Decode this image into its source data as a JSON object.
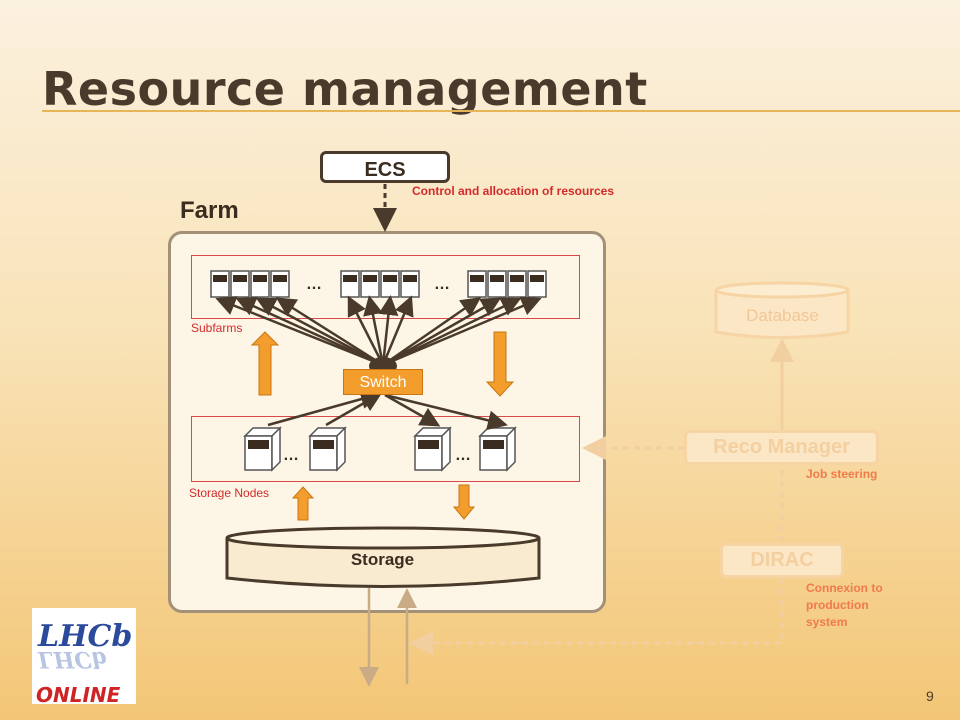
{
  "title": "Resource management",
  "ecs": {
    "label": "ECS",
    "annotation": "Control and allocation of resources"
  },
  "farm": {
    "label": "Farm",
    "subfarms_label": "Subfarms",
    "storage_nodes_label": "Storage Nodes",
    "switch_label": "Switch",
    "storage_label": "Storage",
    "ellipsis": "…"
  },
  "external": {
    "database_label": "Database",
    "reco_manager_label": "Reco Manager",
    "job_steering": "Job steering",
    "dirac_label": "DIRAC",
    "connexion_line1": "Connexion to",
    "connexion_line2": "production",
    "connexion_line3": "system"
  },
  "logo": {
    "top": "LHCb",
    "bottom": "ONLINE"
  },
  "page_number": "9",
  "colors": {
    "accent": "#f29d2c",
    "red": "#d32b2b",
    "dark": "#4a3a2c"
  }
}
